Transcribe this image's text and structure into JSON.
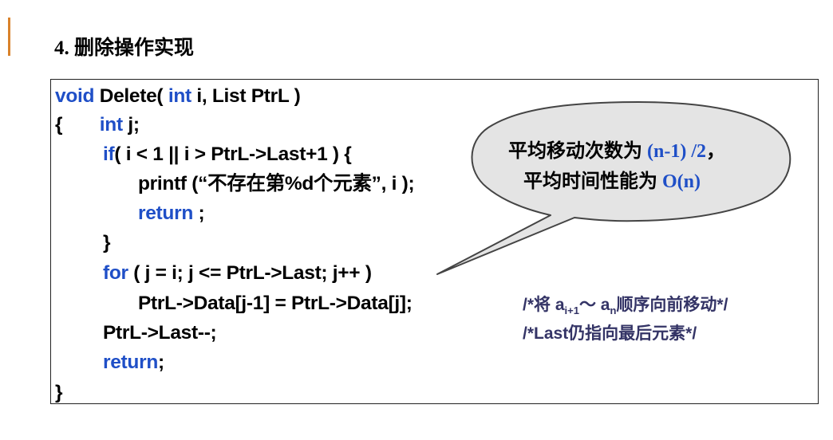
{
  "slide": {
    "title": "4. 删除操作实现"
  },
  "code": {
    "l1_kw_void": "void",
    "l1_name": "Delete(",
    "l1_kw_int": "int",
    "l1_rest": "i, List PtrL )",
    "l2_brace": "{",
    "l2_kw_int": "int",
    "l2_rest": "j;",
    "l3_kw_if": "if",
    "l3_rest": "( i < 1 || i > PtrL->Last+1 ) {",
    "l4_text": "printf (“不存在第%d个元素”, i );",
    "l5_kw_return": "return",
    "l5_rest": ";",
    "l6_brace": "}",
    "l7_kw_for": "for",
    "l7_rest": "( j = i; j <= PtrL->Last; j++ )",
    "l8_text": "PtrL->Data[j-1] = PtrL->Data[j];",
    "l9_text": "PtrL->Last--;",
    "l10_kw_return": "return",
    "l10_rest": ";",
    "l11_brace": "}"
  },
  "comments": {
    "c1_prefix": "/*将 a",
    "c1_sub1": "i+1",
    "c1_mid": "～ a",
    "c1_sub2": "n",
    "c1_suffix": "顺序向前移动*/",
    "c2": "/*Last仍指向最后元素*/"
  },
  "callout": {
    "line1_prefix": "平均移动次数为 ",
    "line1_value": "(n-1) /2",
    "line1_suffix": "，",
    "line2_prefix": "平均时间性能为 ",
    "line2_value": "O(n)"
  },
  "colors": {
    "keyword": "#1f4fc7",
    "comment": "#343466",
    "accent": "#d9822b",
    "bubble_fill": "#e4e4e4"
  }
}
